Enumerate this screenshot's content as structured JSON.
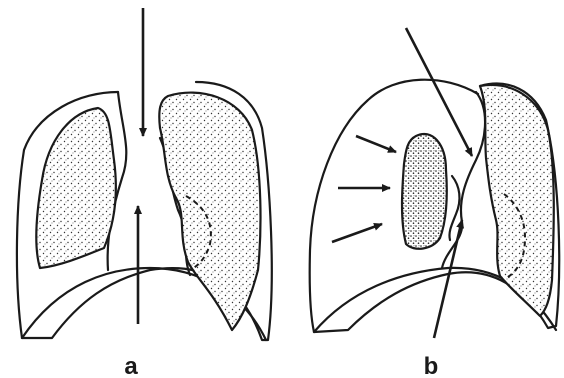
{
  "panels": [
    {
      "id": "a",
      "label": "a"
    },
    {
      "id": "b",
      "label": "b"
    }
  ]
}
